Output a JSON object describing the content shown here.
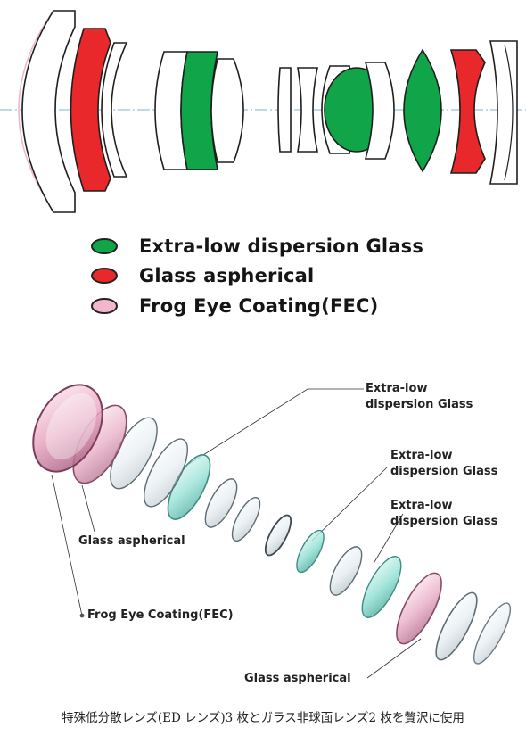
{
  "colors": {
    "ed_glass": "#0fa548",
    "aspherical": "#e8282b",
    "fec": "#f3b6cd",
    "outline": "#1e1e1e",
    "axis": "#7fb4c8"
  },
  "legend": [
    {
      "label": "Extra-low dispersion Glass",
      "color": "#0fa548"
    },
    {
      "label": "Glass aspherical",
      "color": "#e8282b"
    },
    {
      "label": "Frog Eye Coating(FEC)",
      "color": "#f3b6cd"
    }
  ],
  "callouts": {
    "ed1": [
      "Extra-low",
      "dispersion Glass"
    ],
    "ed2": [
      "Extra-low",
      "dispersion Glass"
    ],
    "ed3": [
      "Extra-low",
      "dispersion Glass"
    ],
    "asph_left": "Glass aspherical",
    "fec": "Frog Eye Coating(FEC)",
    "asph_bottom": "Glass aspherical"
  },
  "caption": "特殊低分散レンズ(ED レンズ)3 枚とガラス非球面レンズ2 枚を贅沢に使用"
}
